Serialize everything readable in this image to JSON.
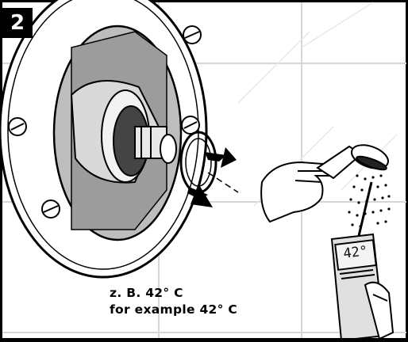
{
  "step": {
    "number": "2"
  },
  "caption": {
    "line1": "z. B. 42° C",
    "line2": "for example 42° C"
  },
  "thermometer": {
    "display": "42°"
  },
  "icons": [
    "rotation-arrow-icon",
    "water-spray-icon",
    "hand-icon",
    "thermometer-icon",
    "screw-icon"
  ]
}
